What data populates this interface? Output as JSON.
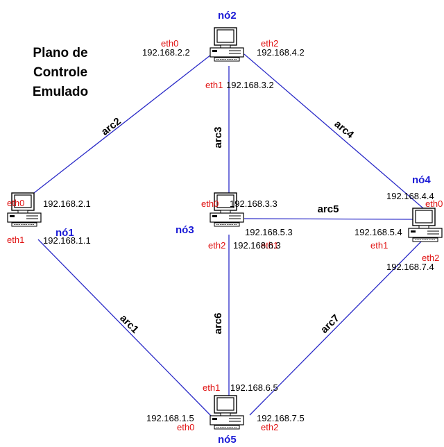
{
  "title_lines": [
    "Plano de",
    "Controle",
    "Emulado"
  ],
  "colors": {
    "link": "#2b2bc8",
    "node_label": "#1a1ad6",
    "iface": "#e01010",
    "text": "#000000"
  },
  "nodes": {
    "no1": {
      "label": "nó1",
      "interfaces": [
        {
          "name": "eth0",
          "ip": "192.168.2.1"
        },
        {
          "name": "eth1",
          "ip": "192.168.1.1"
        }
      ]
    },
    "no2": {
      "label": "nó2",
      "interfaces": [
        {
          "name": "eth0",
          "ip": "192.168.2.2"
        },
        {
          "name": "eth1",
          "ip": "192.168.3.2"
        },
        {
          "name": "eth2",
          "ip": "192.168.4.2"
        }
      ]
    },
    "no3": {
      "label": "nó3",
      "interfaces": [
        {
          "name": "eth0",
          "ip": "192.168.3.3"
        },
        {
          "name": "eth1",
          "ip": "192.168.5.3"
        },
        {
          "name": "eth2",
          "ip": "192.168.6.3"
        }
      ]
    },
    "no4": {
      "label": "nó4",
      "interfaces": [
        {
          "name": "eth0",
          "ip": "192.168.4.4"
        },
        {
          "name": "eth1",
          "ip": "192.168.5.4"
        },
        {
          "name": "eth2",
          "ip": "192.168.7.4"
        }
      ]
    },
    "no5": {
      "label": "nó5",
      "interfaces": [
        {
          "name": "eth0",
          "ip": "192.168.1.5"
        },
        {
          "name": "eth1",
          "ip": "192.168.6.5"
        },
        {
          "name": "eth2",
          "ip": "192.168.7.5"
        }
      ]
    }
  },
  "arcs": [
    {
      "label": "arc1",
      "from": "nó1",
      "to": "nó5"
    },
    {
      "label": "arc2",
      "from": "nó1",
      "to": "nó2"
    },
    {
      "label": "arc3",
      "from": "nó2",
      "to": "nó3"
    },
    {
      "label": "arc4",
      "from": "nó2",
      "to": "nó4"
    },
    {
      "label": "arc5",
      "from": "nó3",
      "to": "nó4"
    },
    {
      "label": "arc6",
      "from": "nó3",
      "to": "nó5"
    },
    {
      "label": "arc7",
      "from": "nó4",
      "to": "nó5"
    }
  ]
}
